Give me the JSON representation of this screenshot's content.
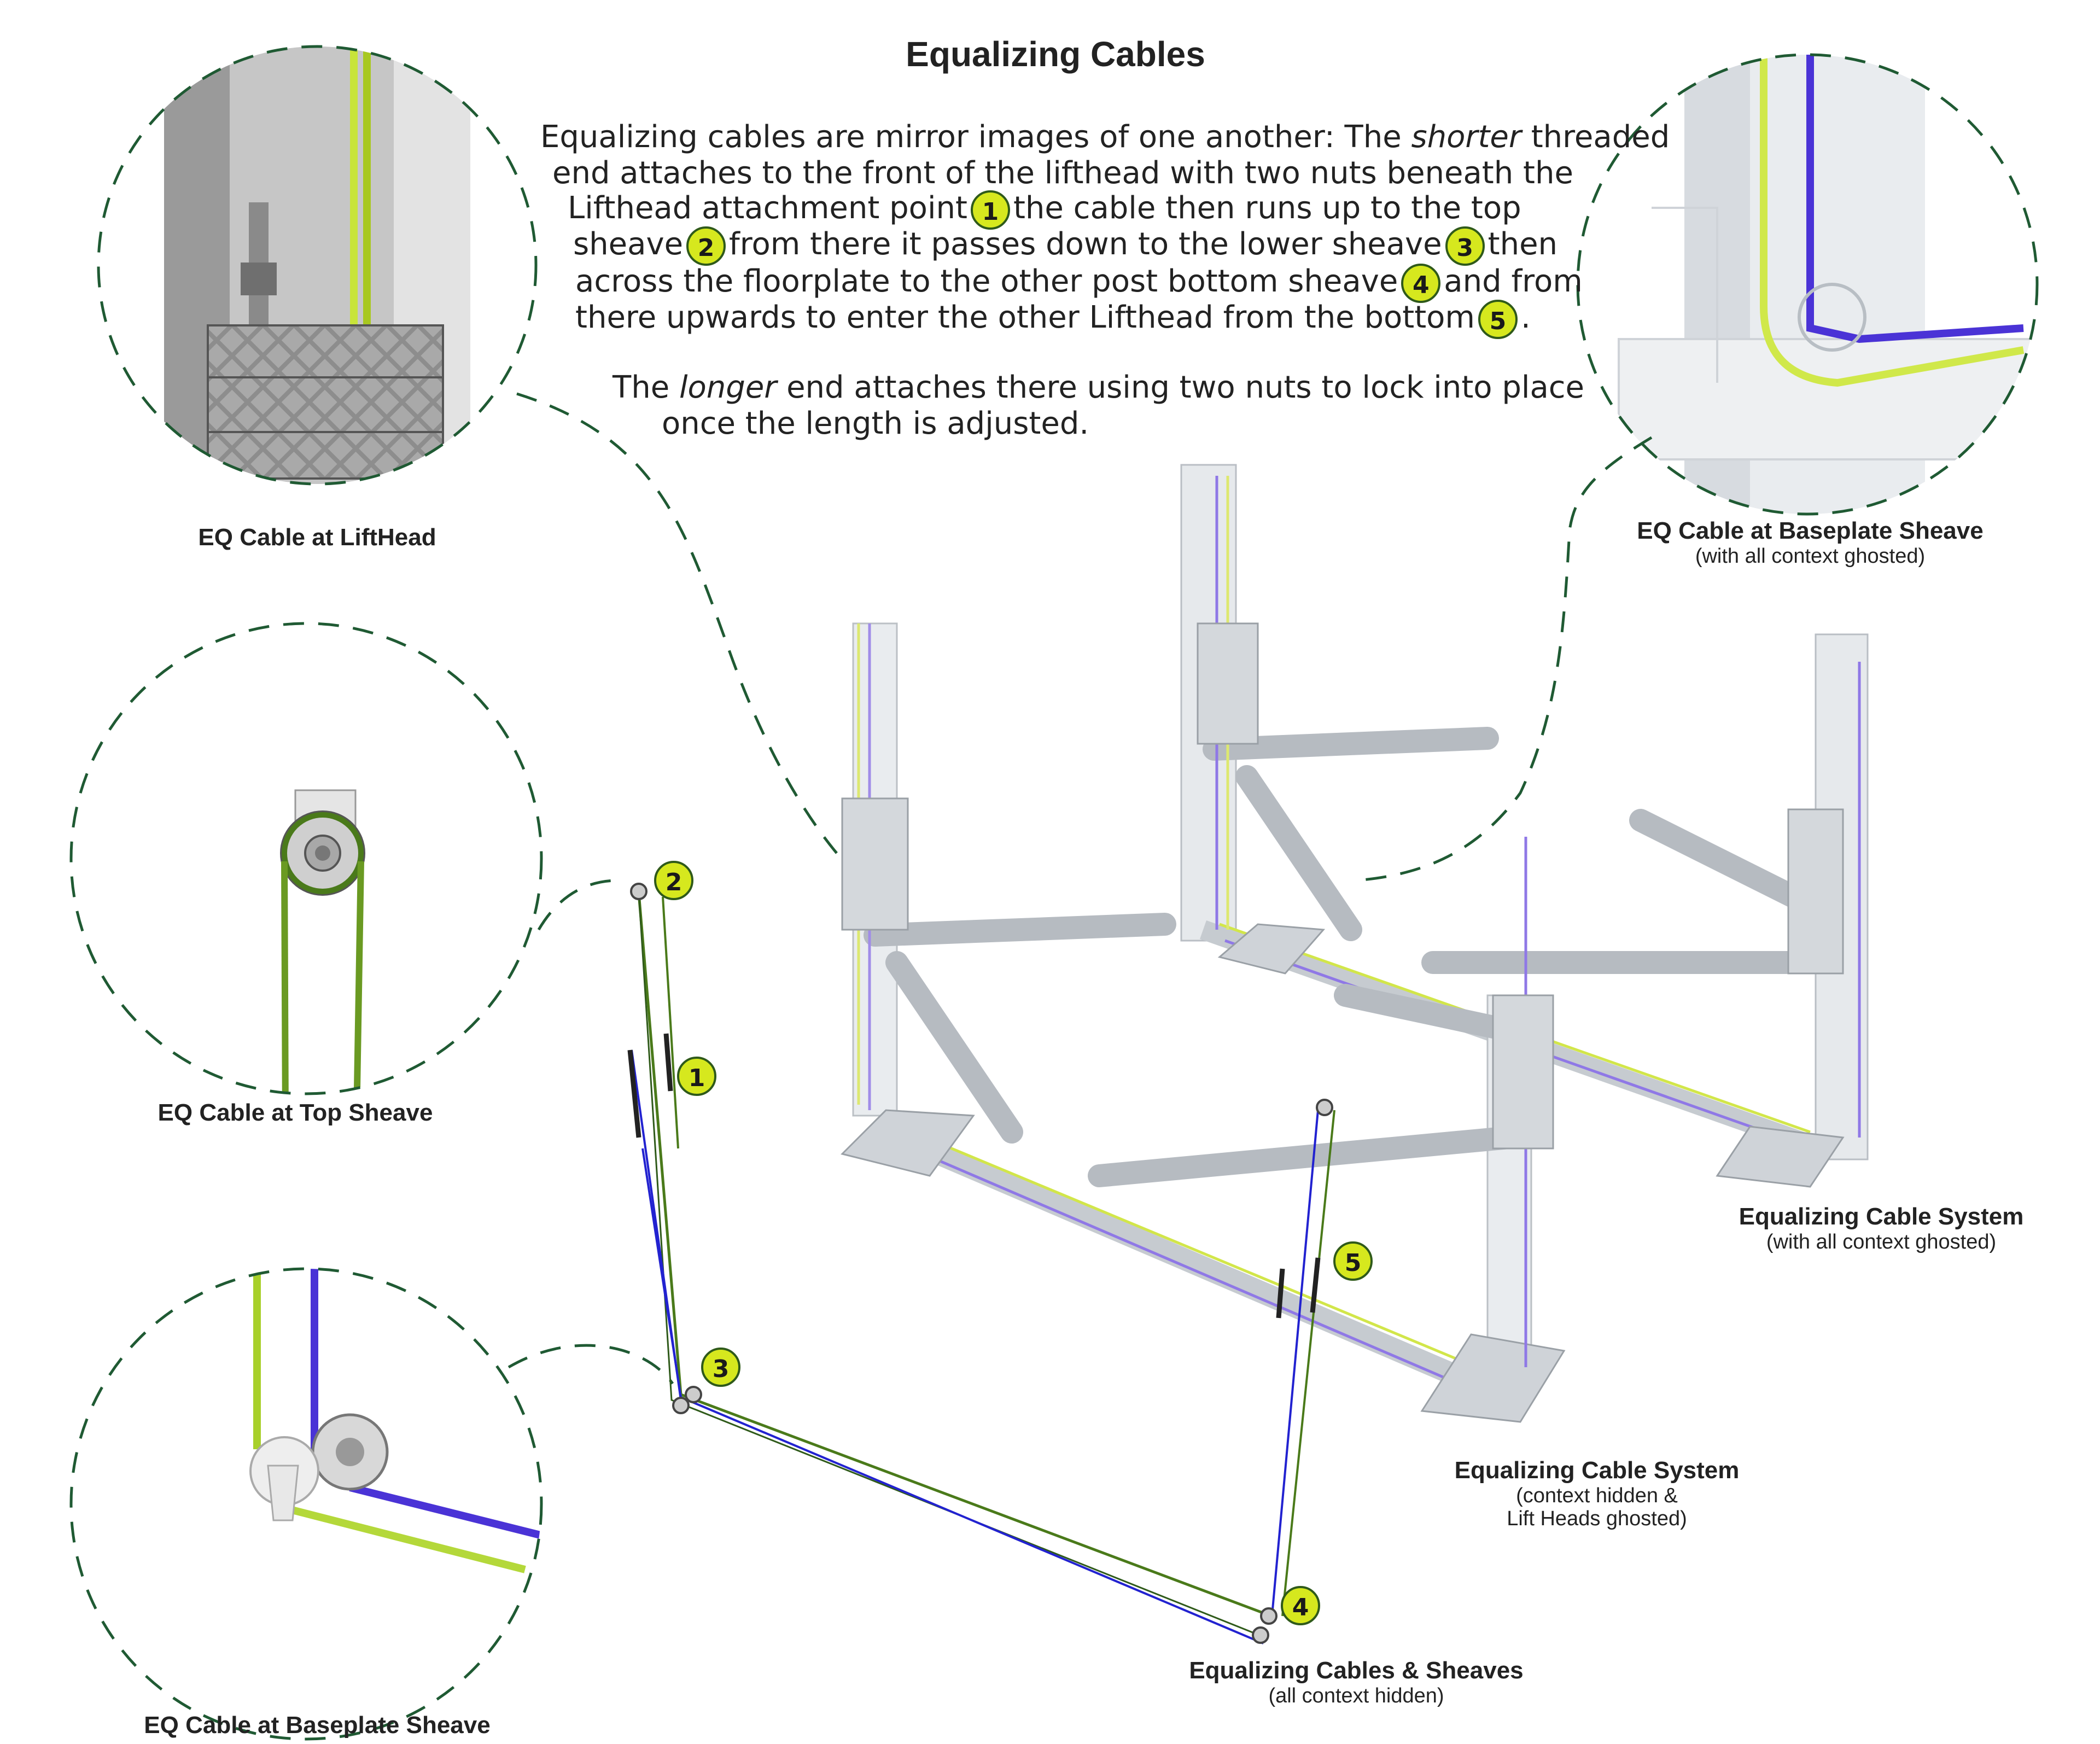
{
  "title": "Equalizing Cables",
  "paragraph1": {
    "line1_a": "Equalizing cables are mirror images of one another: The ",
    "line1_em": "shorter",
    "line1_b": " threaded",
    "line2": "end attaches to the front of the lifthead with two nuts beneath the",
    "line3_a": "Lifthead attachment point",
    "line3_b": "the cable then runs up to the top",
    "line4_a": "sheave",
    "line4_b": "from there it passes down to the lower sheave",
    "line4_c": "then",
    "line5_a": "across the floorplate to the other post bottom sheave",
    "line5_b": "and from",
    "line6_a": "there upwards to enter the other Lifthead from the bottom",
    "line6_b": "."
  },
  "paragraph2": {
    "line1_a": "The ",
    "line1_em": "longer",
    "line1_b": " end attaches there using two nuts to lock into place",
    "line2": "once the length is adjusted."
  },
  "badges": [
    "1",
    "2",
    "3",
    "4",
    "5"
  ],
  "captions": {
    "lifthead": "EQ Cable at LiftHead",
    "top_sheave": "EQ Cable at Top Sheave",
    "baseplate_left": "EQ Cable at Baseplate Sheave",
    "baseplate_right_main": "EQ Cable at Baseplate Sheave",
    "baseplate_right_sub": "(with all context ghosted)",
    "system_ghosted_main": "Equalizing Cable System",
    "system_ghosted_sub": "(with all context ghosted)",
    "system_hidden_main": "Equalizing Cable System",
    "system_hidden_sub1": "(context hidden &",
    "system_hidden_sub2": "Lift Heads ghosted)",
    "cables_main": "Equalizing Cables & Sheaves",
    "cables_sub": "(all context hidden)"
  },
  "colors": {
    "cable_yellow": "#c8e43a",
    "cable_blue": "#3a2fd6",
    "cable_green": "#4a7a1a",
    "badge_fill": "#d6e81e",
    "dash_green": "#1f5a33",
    "steel": "#c9cdd2"
  },
  "icons": [
    "lifthead-detail-illustration",
    "top-sheave-illustration",
    "baseplate-sheave-illustration",
    "ghosted-lift-illustration"
  ]
}
